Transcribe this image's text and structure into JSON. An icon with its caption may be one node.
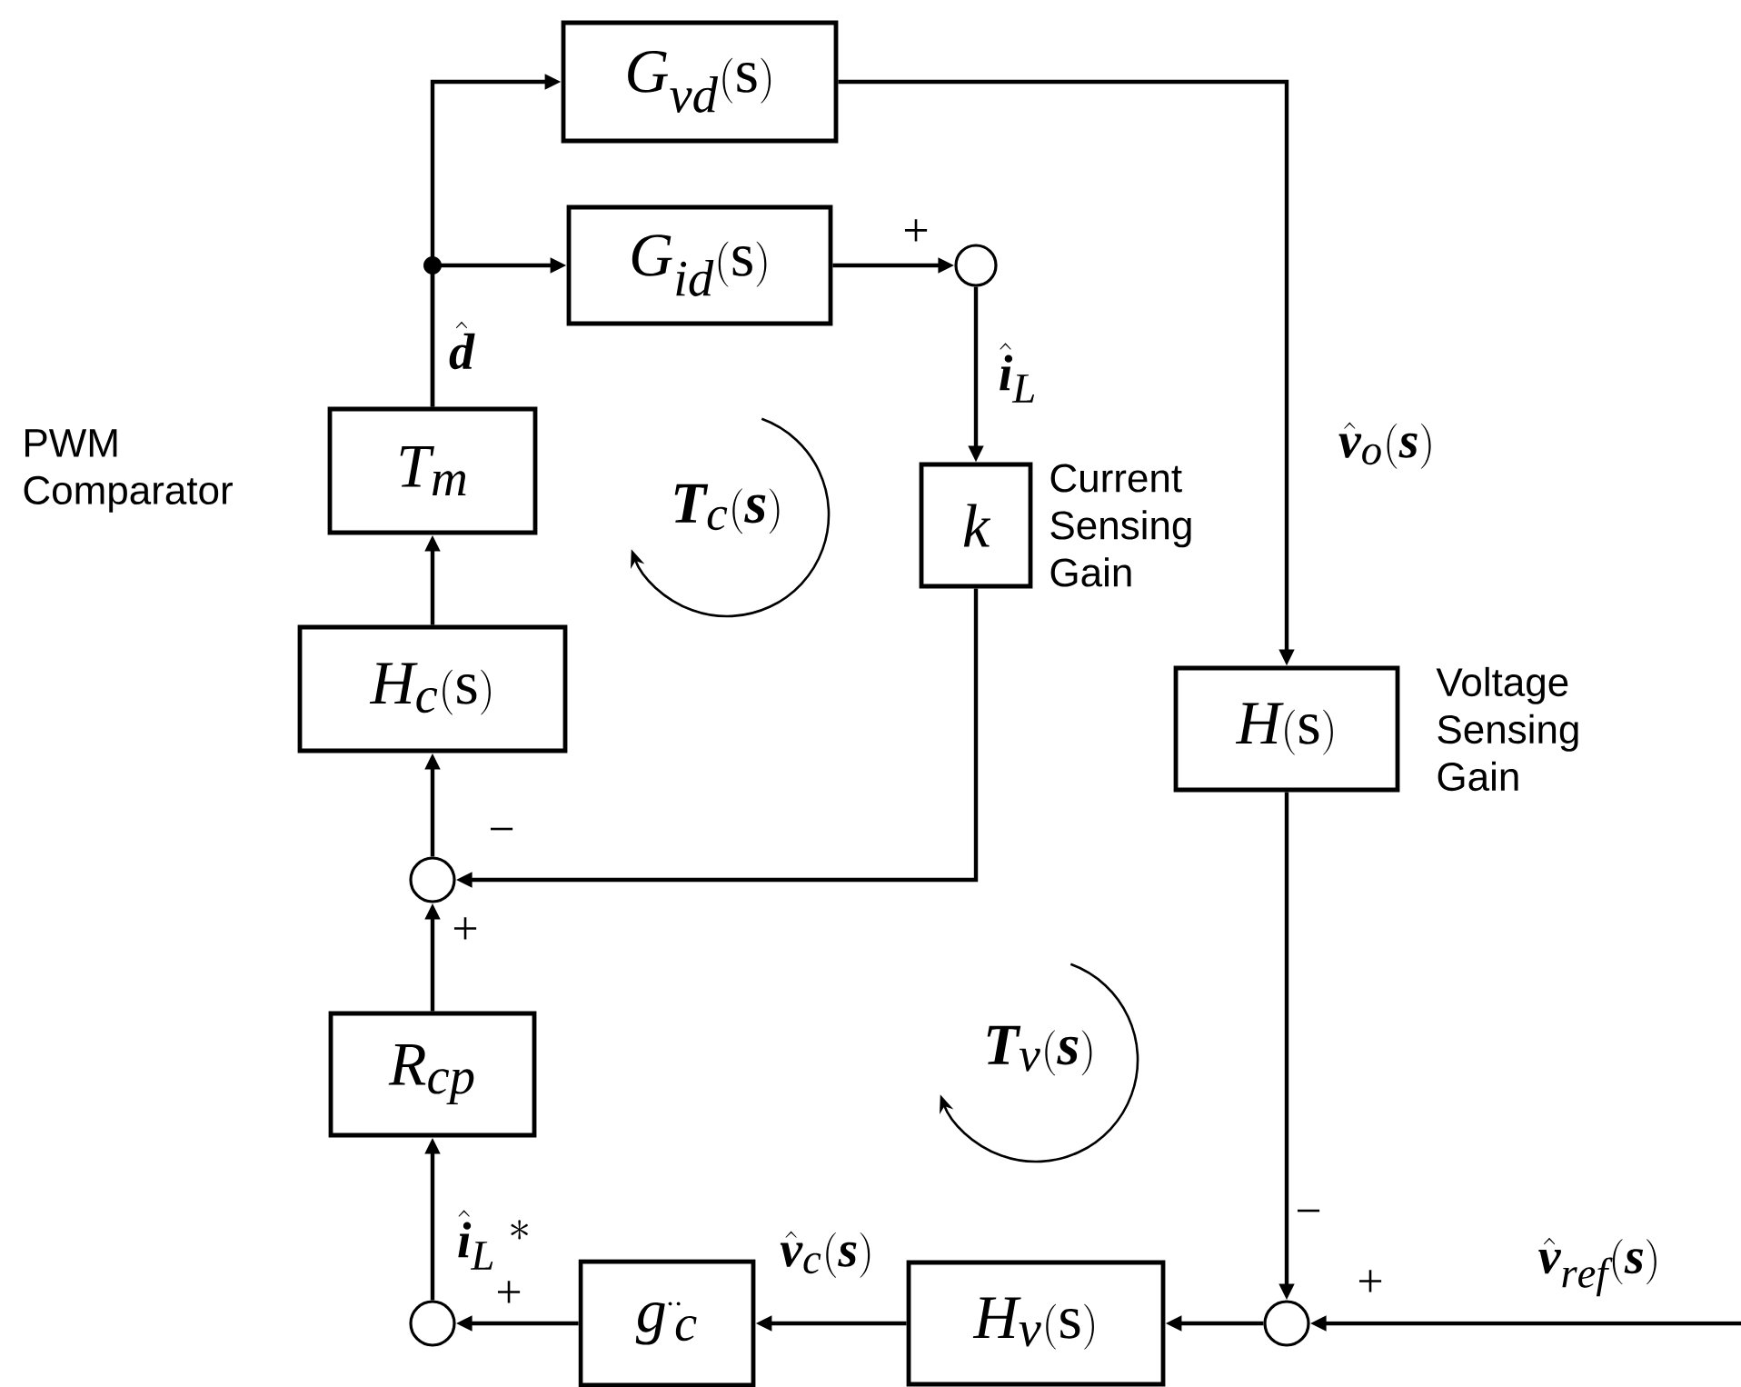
{
  "diagram": {
    "nodes": [
      {
        "text": [
          "G_{vd}(\\mathrm{s})"
        ]
      },
      {
        "text": [
          "G_{id}(\\mathrm{s})"
        ]
      },
      {
        "text": [],
        "shape": "circle"
      },
      {
        "text": [
          "T_m"
        ],
        "beside": [
          "PWM Comparator"
        ]
      },
      {
        "text": [
          "k"
        ],
        "beside": [
          "Current Sensing Gain"
        ]
      },
      {
        "text": [
          "H_c(\\mathrm{s})"
        ]
      },
      {
        "text": [
          "H(\\mathrm{s})"
        ],
        "beside": [
          "Voltage Sensing Gain"
        ]
      },
      {
        "text": [],
        "shape": "circle"
      },
      {
        "text": [
          "R_{cp}"
        ]
      },
      {
        "text": [],
        "shape": "circle"
      },
      {
        "text": [
          "g\\,\\ddot{}_{c}"
        ]
      },
      {
        "text": [
          "H_v(\\mathrm{s})"
        ]
      },
      {
        "text": [],
        "shape": "circle"
      }
    ],
    "edges": [
      {
        "from": 3,
        "to": 0,
        "arrow": "to",
        "label": "\\hat{\\boldsymbol{d}}"
      },
      {
        "from": 3,
        "to": 1,
        "arrow": "to"
      },
      {
        "from": 1,
        "to": 2,
        "arrow": "to"
      },
      {
        "from": 2,
        "to": 4,
        "arrow": "to",
        "label": "\\hat{\\boldsymbol{i}}_L"
      },
      {
        "from": 4,
        "to": 7,
        "arrow": "to"
      },
      {
        "from": 7,
        "to": 5,
        "arrow": "to"
      },
      {
        "from": 5,
        "to": 3,
        "arrow": "to"
      },
      {
        "from": 8,
        "to": 7,
        "arrow": "to"
      },
      {
        "from": 9,
        "to": 8,
        "arrow": "to",
        "label": "\\hat{\\boldsymbol{i}}_L\\;^{*}"
      },
      {
        "from": 10,
        "to": 9,
        "arrow": "to"
      },
      {
        "from": 11,
        "to": 10,
        "arrow": "to",
        "label": "\\hat{\\boldsymbol{v}}_c(\\boldsymbol{s})"
      },
      {
        "from": 12,
        "to": 11,
        "arrow": "to"
      },
      {
        "from": 6,
        "to": 12,
        "arrow": "to"
      },
      {
        "from": 0,
        "to": 6,
        "arrow": "to",
        "label": "\\hat{\\boldsymbol{v}}_o(\\boldsymbol{s})"
      },
      {
        "from": null,
        "to": 12,
        "arrow": "to",
        "label": "\\hat{\\boldsymbol{v}}_{ref}(\\boldsymbol{s})"
      }
    ],
    "labels": [
      "+",
      "\\boldsymbol{T}_c(\\boldsymbol{s})",
      "−",
      "+",
      "\\boldsymbol{T}_v(\\boldsymbol{s})",
      "−",
      "+",
      "+"
    ]
  }
}
